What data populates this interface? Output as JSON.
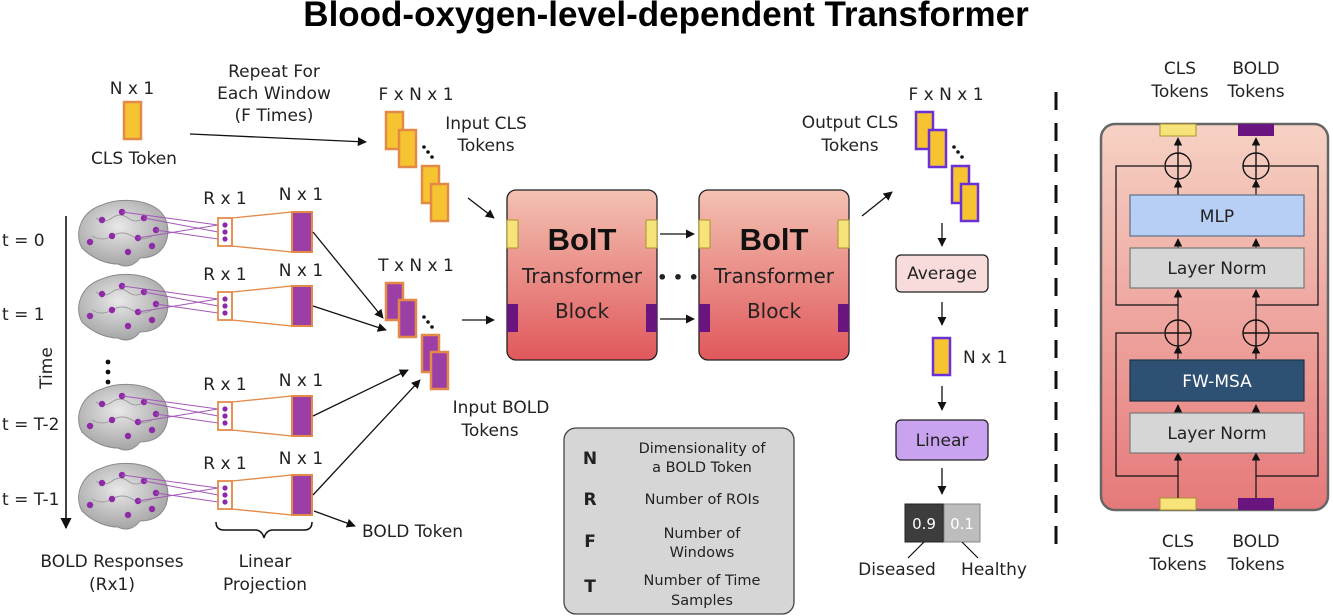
{
  "title": "Blood-oxygen-level-dependent Transformer",
  "cls_token": {
    "dim": "N x 1",
    "label": "CLS Token"
  },
  "repeat_text": [
    "Repeat For",
    "Each Window",
    "(F Times)"
  ],
  "input_cls": {
    "dim": "F x N x 1",
    "label": [
      "Input CLS",
      "Tokens"
    ]
  },
  "input_bold": {
    "dim": "T x N x 1",
    "label": [
      "Input BOLD",
      "Tokens"
    ]
  },
  "output_cls": {
    "dim": "F x N x 1",
    "label": [
      "Output CLS",
      "Tokens"
    ]
  },
  "time_steps": [
    {
      "label": "t = 0",
      "proj_dim": "R x 1",
      "token_dim": "N x 1"
    },
    {
      "label": "t = 1",
      "proj_dim": "R x 1",
      "token_dim": "N x 1"
    },
    {
      "label": "t = T-2",
      "proj_dim": "R x 1",
      "token_dim": "N x 1"
    },
    {
      "label": "t = T-1",
      "proj_dim": "R x 1",
      "token_dim": "N x 1"
    }
  ],
  "time_axis_label": "Time",
  "bold_responses": [
    "BOLD Responses",
    "(Rx1)"
  ],
  "linear_projection": [
    "Linear",
    "Projection"
  ],
  "bold_token_label": "BOLD Token",
  "block": {
    "title": "BolT",
    "line2": "Transformer",
    "line3": "Block"
  },
  "dots": "• • •",
  "average": "Average",
  "final_token_dim": "N x 1",
  "linear": "Linear",
  "output": [
    {
      "value": "0.9",
      "label": "Diseased",
      "color": "#3d3d3d"
    },
    {
      "value": "0.1",
      "label": "Healthy",
      "color": "#bdbdbd"
    }
  ],
  "legend": [
    {
      "key": "N",
      "text": [
        "Dimensionality of",
        "a BOLD Token"
      ]
    },
    {
      "key": "R",
      "text": [
        "Number of ROIs"
      ]
    },
    {
      "key": "F",
      "text": [
        "Number of",
        "Windows"
      ]
    },
    {
      "key": "T",
      "text": [
        "Number of Time",
        "Samples"
      ]
    }
  ],
  "detail": {
    "top_labels": [
      [
        "CLS",
        "Tokens"
      ],
      [
        "BOLD",
        "Tokens"
      ]
    ],
    "bottom_labels": [
      [
        "CLS",
        "Tokens"
      ],
      [
        "BOLD",
        "Tokens"
      ]
    ],
    "mlp": "MLP",
    "layer_norm_top": "Layer Norm",
    "fw_msa": "FW-MSA",
    "layer_norm_bottom": "Layer Norm"
  },
  "colors": {
    "cls_fill": "#f6c431",
    "cls_border": "#e38a49",
    "bold_fill": "#9b3fa6",
    "token_border_out": "#6b30d6",
    "block_top": "#f3c2b2",
    "block_bottom": "#e0585c",
    "mlp": "#b7cff4",
    "fw_msa": "#2e5072",
    "layer_norm": "#d6d6d6",
    "average": "#f8dcdc",
    "linear": "#c9a3ef"
  }
}
